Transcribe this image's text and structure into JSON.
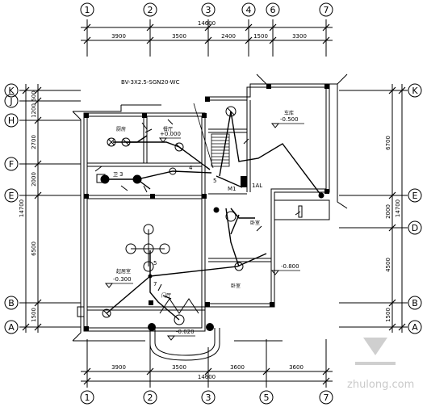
{
  "plan": {
    "column_axes_top": [
      "1",
      "2",
      "3",
      "4",
      "6",
      "7"
    ],
    "column_axes_bottom": [
      "1",
      "2",
      "3",
      "5",
      "7"
    ],
    "row_axes_left": [
      "K",
      "J",
      "H",
      "F",
      "E",
      "B",
      "A"
    ],
    "row_axes_right": [
      "K",
      "E",
      "D",
      "B",
      "A"
    ],
    "top_overall": "14600",
    "top_dims": [
      "3900",
      "3500",
      "2400",
      "1500",
      "3300"
    ],
    "bottom_overall": "14600",
    "bottom_dims": [
      "3900",
      "3500",
      "3600",
      "3600"
    ],
    "left_overall": "14700",
    "left_dims": [
      "500",
      "1200",
      "2700",
      "2000",
      "6500",
      "1500"
    ],
    "right_overall": "14700",
    "right_dims": [
      "6700",
      "2000",
      "4500",
      "1500"
    ],
    "cable_label": "BV-3X2.5-SGN20-WC",
    "panel_label": "1AL",
    "level_labels": [
      "-0.500",
      "+0.000",
      "-0.300",
      "-0.800",
      "-0.020"
    ],
    "room_labels": [
      "厨房",
      "餐厅",
      "车库",
      "卧室",
      "起居室",
      "卫",
      "卧室",
      "门厅"
    ],
    "circuit_numbers": [
      "4",
      "5",
      "5",
      "7",
      "M1",
      "3"
    ],
    "watermark": "zhulong.com"
  }
}
